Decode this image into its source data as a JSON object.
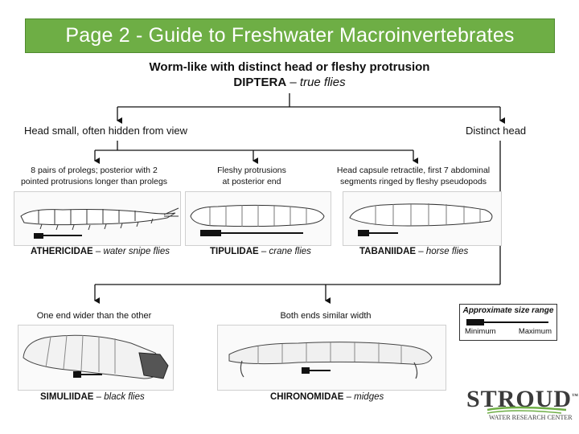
{
  "banner": {
    "title": "Page 2 - Guide to Freshwater Macroinvertebrates"
  },
  "heading": {
    "line1": "Worm-like with distinct head or fleshy protrusion",
    "taxon": "DIPTERA",
    "dash": " – ",
    "common": "true flies"
  },
  "branches": {
    "left": "Head small, often hidden from view",
    "right": "Distinct head",
    "one_end": "One end wider than the other",
    "both_ends": "Both ends similar width"
  },
  "families": [
    {
      "descriptor": [
        "8 pairs of prolegs; posterior with 2",
        "pointed protrusions longer than prolegs"
      ],
      "taxon": "ATHERICIDAE",
      "dash": " – ",
      "common": "water snipe flies"
    },
    {
      "descriptor": [
        "Fleshy protrusions",
        "at posterior end"
      ],
      "taxon": "TIPULIDAE",
      "dash": " – ",
      "common": "crane flies"
    },
    {
      "descriptor": [
        "Head capsule retractile, first 7 abdominal",
        "segments ringed by fleshy pseudopods"
      ],
      "taxon": "TABANIIDAE",
      "dash": " – ",
      "common": "horse flies"
    },
    {
      "descriptor": [],
      "taxon": "SIMULIIDAE",
      "dash": " – ",
      "common": "black flies"
    },
    {
      "descriptor": [],
      "taxon": "CHIRONOMIDAE",
      "dash": " – ",
      "common": "midges"
    }
  ],
  "legend": {
    "title": "Approximate size range",
    "min": "Minimum",
    "max": "Maximum"
  },
  "logo": {
    "word": "STROUD",
    "tm": "™",
    "sub": "WATER RESEARCH CENTER"
  },
  "colors": {
    "banner": "#6eae45",
    "logo_green": "#6eae45"
  }
}
